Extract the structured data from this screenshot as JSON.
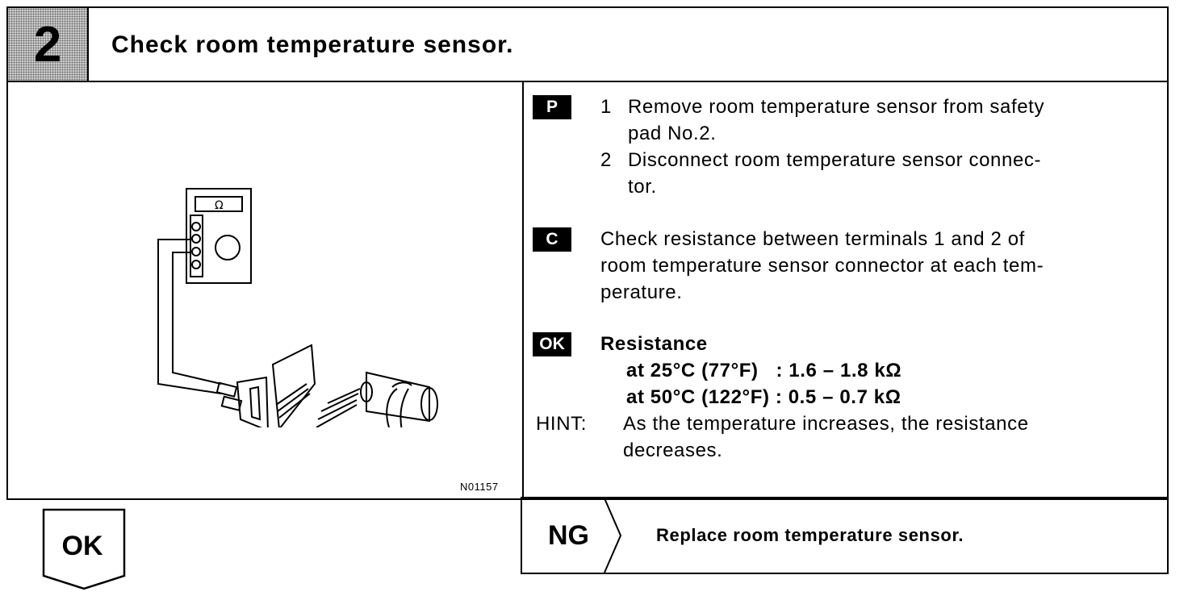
{
  "header": {
    "step_number": "2",
    "title": "Check room temperature sensor."
  },
  "figure": {
    "code": "N01157",
    "meter_symbol": "Ω"
  },
  "prepare": {
    "badge": "P",
    "steps": [
      {
        "num": "1",
        "line1": "Remove room temperature sensor from safety",
        "line2": "pad No.2."
      },
      {
        "num": "2",
        "line1": "Disconnect room temperature sensor connec-",
        "line2": "tor."
      }
    ]
  },
  "check": {
    "badge": "C",
    "line1": "Check resistance between terminals 1 and 2 of",
    "line2": "room temperature sensor connector at each tem-",
    "line3": "perature."
  },
  "ok_spec": {
    "badge": "OK",
    "heading": "Resistance",
    "row1": "at 25°C (77°F)   : 1.6 – 1.8 kΩ",
    "row2": "at 50°C (122°F) : 0.5 – 0.7 kΩ"
  },
  "hint": {
    "label": "HINT:",
    "line1": "As the temperature increases, the resistance",
    "line2": "decreases."
  },
  "results": {
    "ok_label": "OK",
    "ng_label": "NG",
    "ng_action": "Replace room temperature sensor."
  }
}
